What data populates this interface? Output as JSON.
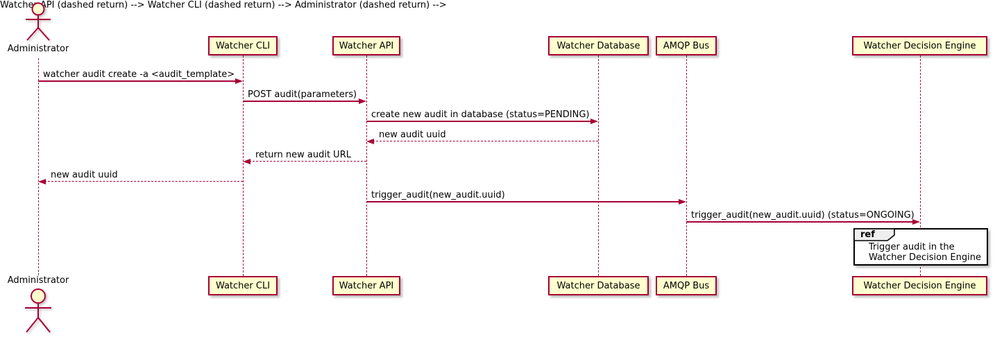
{
  "diagram_type": "sequence",
  "actor": {
    "name": "Administrator"
  },
  "participants": [
    {
      "name": "Watcher CLI"
    },
    {
      "name": "Watcher API"
    },
    {
      "name": "Watcher Database"
    },
    {
      "name": "AMQP Bus"
    },
    {
      "name": "Watcher Decision Engine"
    }
  ],
  "messages": [
    {
      "from": "Administrator",
      "to": "Watcher CLI",
      "label": "watcher audit create -a <audit_template>",
      "line": "solid"
    },
    {
      "from": "Watcher CLI",
      "to": "Watcher API",
      "label": "POST audit(parameters)",
      "line": "solid"
    },
    {
      "from": "Watcher API",
      "to": "Watcher Database",
      "label": "create new audit in database (status=PENDING)",
      "line": "solid"
    },
    {
      "from": "Watcher Database",
      "to": "Watcher API",
      "label": "new audit uuid",
      "line": "dashed"
    },
    {
      "from": "Watcher API",
      "to": "Watcher CLI",
      "label": "return new audit URL",
      "line": "dashed"
    },
    {
      "from": "Watcher CLI",
      "to": "Administrator",
      "label": "new audit uuid",
      "line": "dashed"
    },
    {
      "from": "Watcher API",
      "to": "AMQP Bus",
      "label": "trigger_audit(new_audit.uuid)",
      "line": "solid"
    },
    {
      "from": "AMQP Bus",
      "to": "Watcher Decision Engine",
      "label": "trigger_audit(new_audit.uuid) (status=ONGOING)",
      "line": "solid"
    }
  ],
  "ref_fragment": {
    "keyword": "ref",
    "over": "Watcher Decision Engine",
    "text_lines": [
      "Trigger audit in the",
      "Watcher Decision Engine"
    ]
  },
  "colors": {
    "stroke": "#A80036",
    "box_fill": "#FEFECE",
    "ref_tab_fill": "#EEEEEE",
    "ref_border": "#000000",
    "text": "#000000"
  }
}
